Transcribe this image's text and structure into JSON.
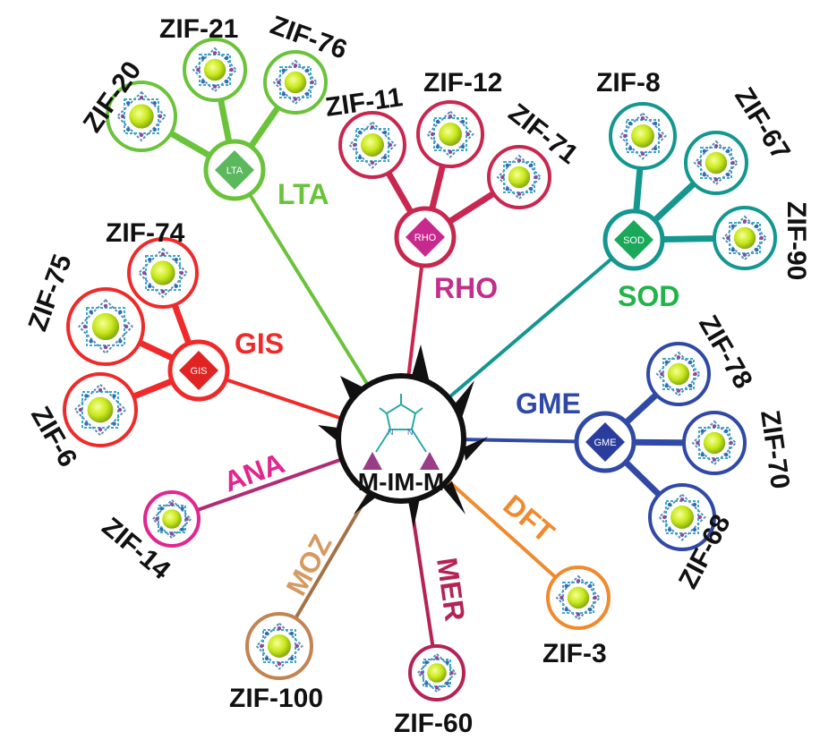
{
  "hub": {
    "label": "M-IM-M"
  },
  "topologies": [
    {
      "key": "LTA",
      "label": "LTA",
      "color": "#6ac33b",
      "diamond_color": "#5cb85c",
      "diamond_text": "LTA",
      "diamond_text_color": "#ffffff",
      "zifs": [
        "ZIF-20",
        "ZIF-21",
        "ZIF-76"
      ]
    },
    {
      "key": "RHO",
      "label": "RHO",
      "color": "#c8274f",
      "label_color": "#c02f8a",
      "diamond_color": "#c8298f",
      "diamond_text": "RHO",
      "diamond_text_color": "#ffffff",
      "zifs": [
        "ZIF-11",
        "ZIF-12",
        "ZIF-71"
      ]
    },
    {
      "key": "SOD",
      "label": "SOD",
      "color": "#14978f",
      "label_color": "#22b34a",
      "diamond_color": "#1aa85a",
      "diamond_text": "SOD",
      "diamond_text_color": "#ffffff",
      "zifs": [
        "ZIF-8",
        "ZIF-67",
        "ZIF-90"
      ]
    },
    {
      "key": "GIS",
      "label": "GIS",
      "color": "#ee2a2a",
      "diamond_color": "#e02424",
      "diamond_text": "GIS",
      "diamond_text_color": "#ffffff",
      "zifs": [
        "ZIF-74",
        "ZIF-75",
        "ZIF-6"
      ]
    },
    {
      "key": "GME",
      "label": "GME",
      "color": "#3049a6",
      "diamond_color": "#2a3d9c",
      "diamond_text": "GME",
      "diamond_text_color": "#ffffff",
      "zifs": [
        "ZIF-78",
        "ZIF-70",
        "ZIF-68"
      ]
    },
    {
      "key": "ANA",
      "label": "ANA",
      "color": "#e0268f",
      "zifs": [
        "ZIF-14"
      ]
    },
    {
      "key": "MOZ",
      "label": "MOZ",
      "color": "#c28452",
      "label_color": "#d59a62",
      "zifs": [
        "ZIF-100"
      ]
    },
    {
      "key": "MER",
      "label": "MER",
      "color": "#b52353",
      "zifs": [
        "ZIF-60"
      ]
    },
    {
      "key": "DFT",
      "label": "DFT",
      "color": "#f08a2e",
      "zifs": [
        "ZIF-3"
      ]
    }
  ]
}
